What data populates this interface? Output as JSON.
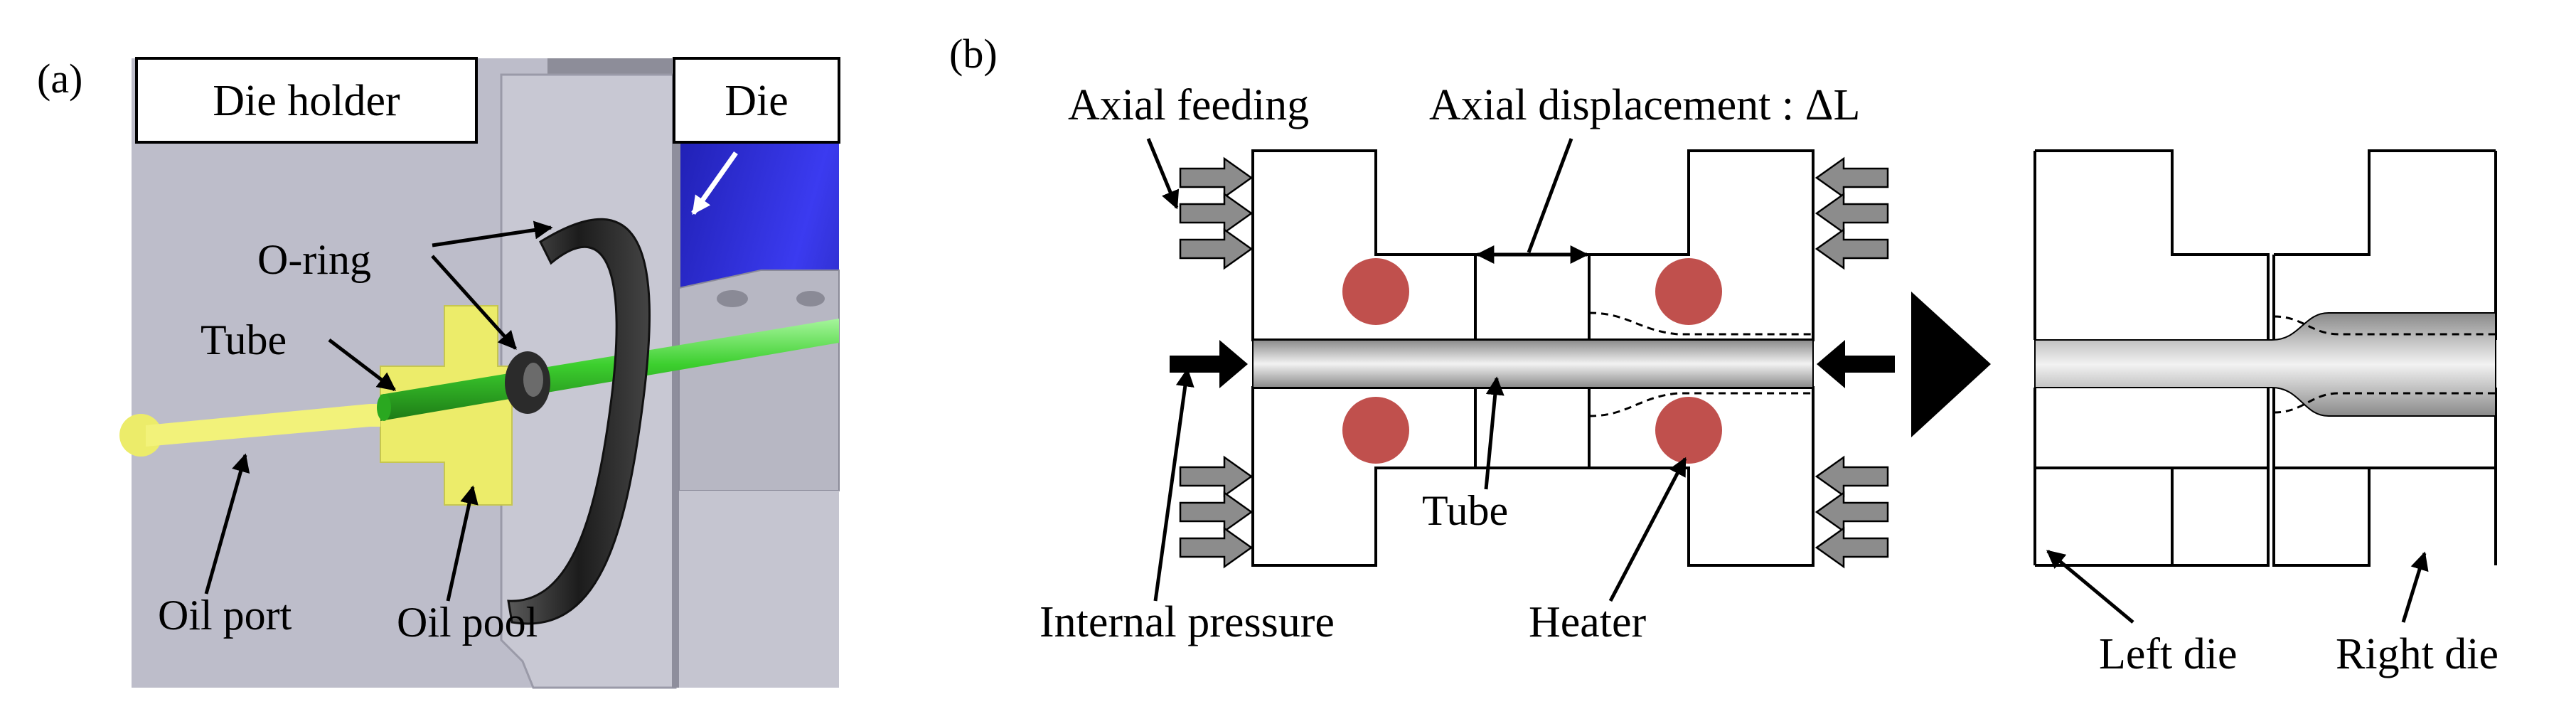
{
  "panel_a": {
    "label": "(a)",
    "die_holder": "Die holder",
    "die": "Die",
    "o_ring": "O-ring",
    "tube": "Tube",
    "oil_port": "Oil port",
    "oil_pool": "Oil pool"
  },
  "panel_b": {
    "label": "(b)",
    "axial_feeding": "Axial feeding",
    "axial_displacement": "Axial displacement : ΔL",
    "tube": "Tube",
    "internal_pressure": "Internal pressure",
    "heater": "Heater",
    "left_die": "Left die",
    "right_die": "Right die"
  },
  "colors": {
    "holder_gray": "#b9b9c6",
    "die_blue": "#2b2bd8",
    "tube_green": "#3ccf2e",
    "oil_yellow": "#f0f06a",
    "oring_dark": "#2e2e2e",
    "heater_red": "#c0504d",
    "arrow_gray": "#8c8c8c"
  }
}
